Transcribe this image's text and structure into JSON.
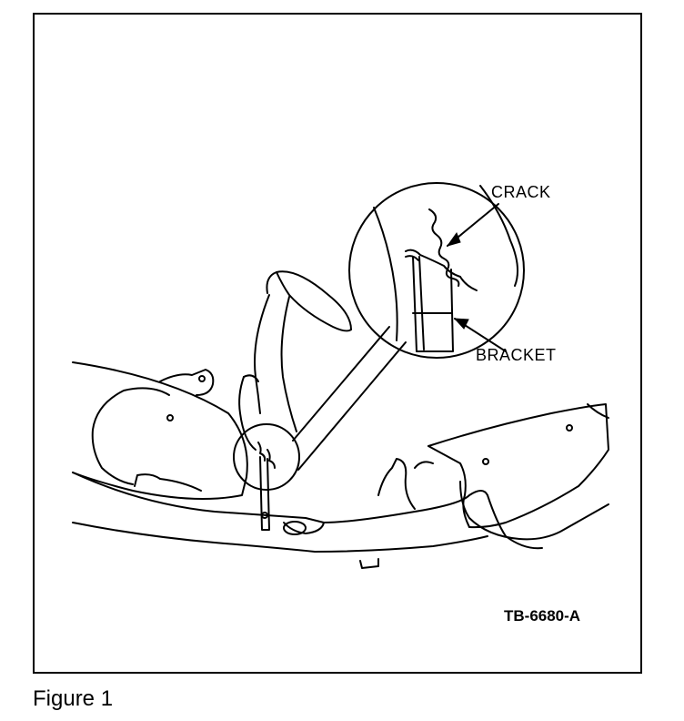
{
  "diagram": {
    "callouts": {
      "crack": "CRACK",
      "bracket": "BRACKET"
    },
    "reference_code": "TB-6680-A"
  },
  "caption": "Figure 1"
}
